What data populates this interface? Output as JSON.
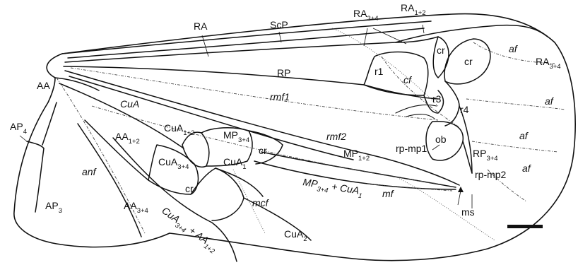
{
  "labels": {
    "RA": "RA",
    "ScP": "ScP",
    "RA34_base": "RA",
    "RA34_sub": "3+4",
    "RA12_base": "RA",
    "RA12_sub": "1+2",
    "cr_top1": "cr",
    "cr_top2": "cr",
    "af_1": "af",
    "RA34_right_base": "RA",
    "RA34_right_sub": "3+4",
    "RP": "RP",
    "r1": "r1",
    "cf": "cf",
    "AA": "AA",
    "rmf1": "rmf1",
    "r3": "r3",
    "r4": "r4",
    "af_2": "af",
    "CuA": "CuA",
    "AP4_base": "AP",
    "AP4_sub": "4",
    "CuA12_base": "CuA",
    "CuA12_sub": "1+2",
    "MP34_base": "MP",
    "MP34_sub": "3+4",
    "rmf2": "rmf2",
    "af_3": "af",
    "AA12_base": "AA",
    "AA12_sub": "1+2",
    "ob": "ob",
    "rp_mp1": "rp-mp1",
    "RP34_base": "RP",
    "RP34_sub": "3+4",
    "cr_mid": "cr",
    "MP12_base": "MP",
    "MP12_sub": "1+2",
    "CuA34_base": "CuA",
    "CuA34_sub": "3+4",
    "CuA1_base": "CuA",
    "CuA1_sub": "1",
    "af_4": "af",
    "rp_mp2": "rp-mp2",
    "anf": "anf",
    "MP34CuA1_a": "MP",
    "MP34CuA1_a_sub": "3+4",
    "MP34CuA1_plus": "+ CuA",
    "MP34CuA1_plus_sub": "1",
    "mf": "mf",
    "AP3_base": "AP",
    "AP3_sub": "3",
    "AA34_base": "AA",
    "AA34_sub": "3+4",
    "cr_low": "cr",
    "mcf": "mcf",
    "ms": "ms",
    "CuA34AA12_a": "CuA",
    "CuA34AA12_a_sub": "3+4",
    "CuA34AA12_plus": "+ AA",
    "CuA34AA12_plus_sub": "1+2",
    "CuA2_base": "CuA",
    "CuA2_sub": "2"
  }
}
